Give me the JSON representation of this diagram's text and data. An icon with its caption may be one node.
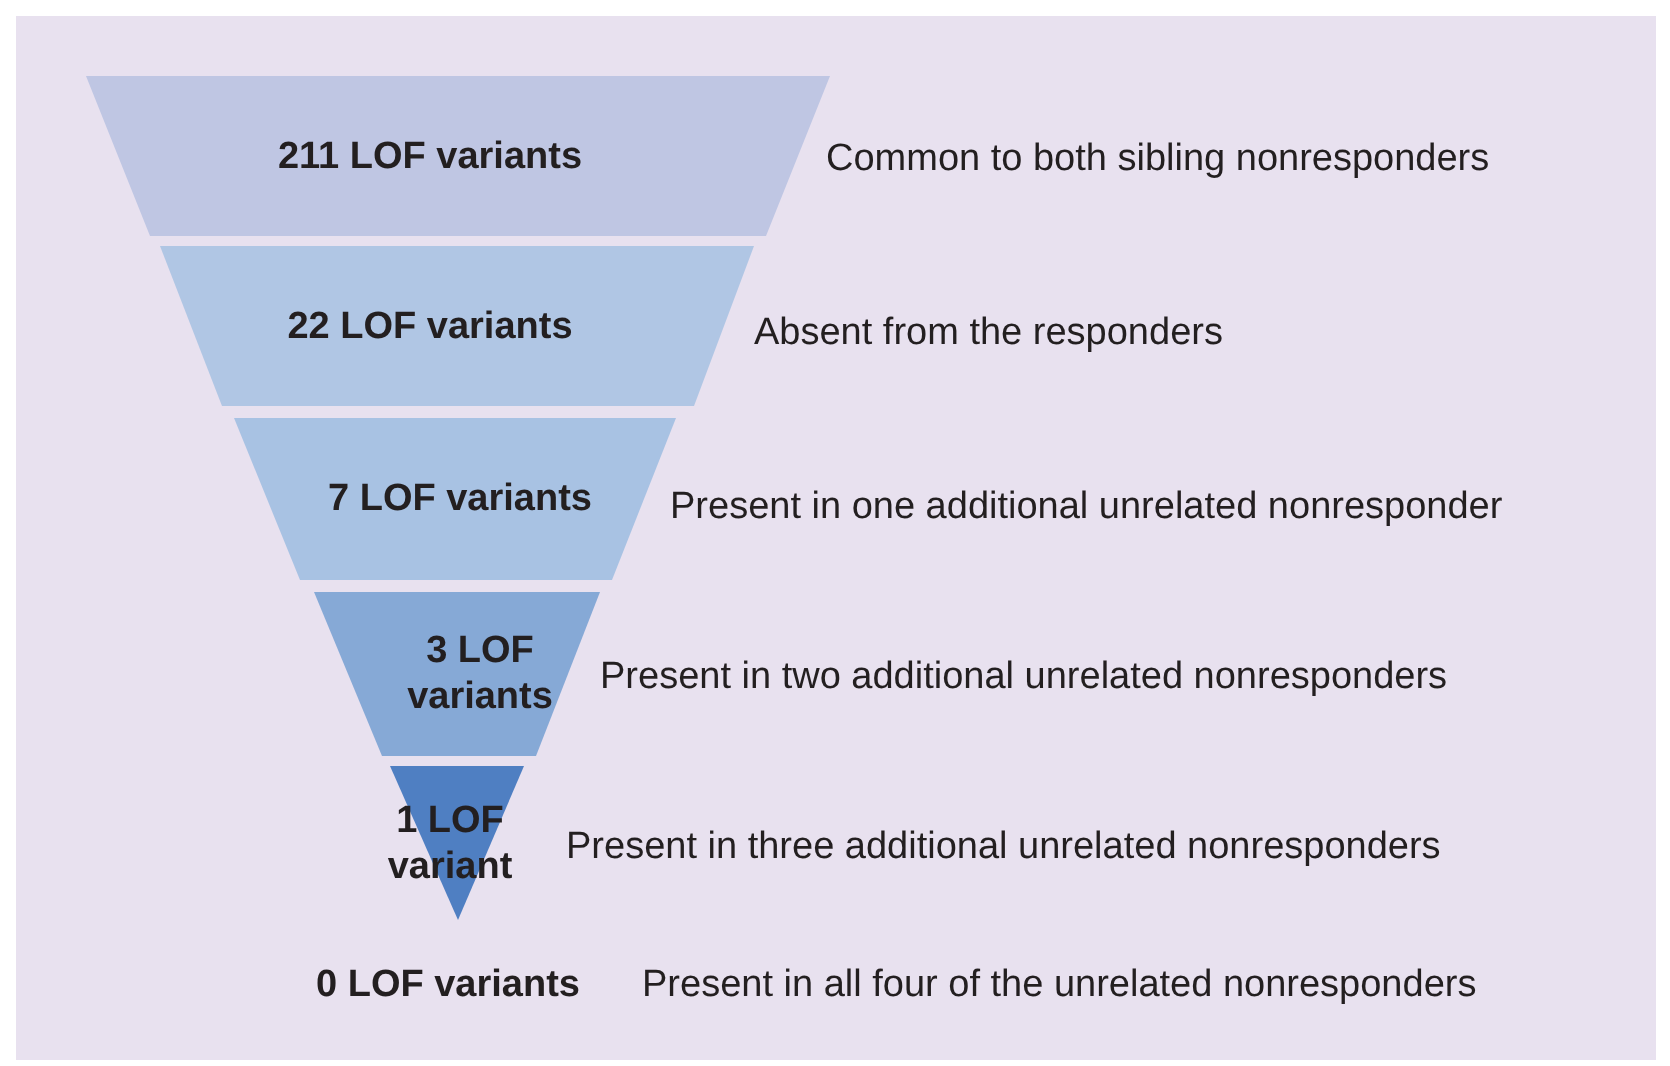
{
  "diagram": {
    "nodes": [
      {
        "text": [
          "211 LOF variants"
        ],
        "beside": [
          "Common to both sibling nonresponders"
        ]
      },
      {
        "text": [
          "22 LOF variants"
        ],
        "beside": [
          "Absent from the responders"
        ]
      },
      {
        "text": [
          "7 LOF variants"
        ],
        "beside": [
          "Present in one additional unrelated nonresponder"
        ]
      },
      {
        "text": [
          "3 LOF variants"
        ],
        "beside": [
          "Present in two additional unrelated nonresponders"
        ]
      },
      {
        "text": [
          "1 LOF variant"
        ],
        "beside": [
          "Present in three additional unrelated nonresponders"
        ]
      }
    ],
    "labels": [
      "0 LOF variants",
      "Present in all four of the unrelated nonresponders"
    ]
  }
}
